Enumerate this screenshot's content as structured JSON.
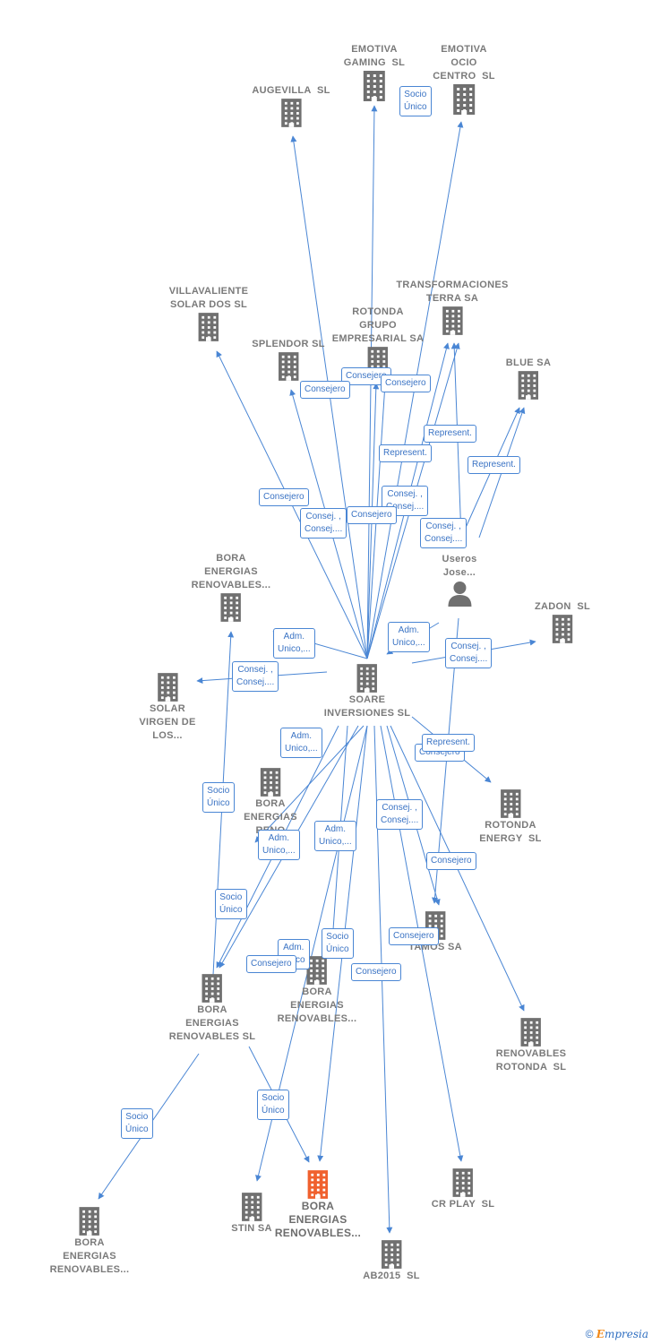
{
  "colors": {
    "edge": "#4a86d4",
    "node_icon": "#707070",
    "node_focus": "#f0612e",
    "person_icon": "#707070"
  },
  "nodes": [
    {
      "id": "emotiva_gaming",
      "label": "EMOTIVA\nGAMING  SL",
      "icon": "building-icon"
    },
    {
      "id": "emotiva_ocio",
      "label": "EMOTIVA\nOCIO\nCENTRO  SL",
      "icon": "building-icon"
    },
    {
      "id": "augevilla",
      "label": "AUGEVILLA  SL",
      "icon": "building-icon"
    },
    {
      "id": "villavaliente",
      "label": "VILLAVALIENTE\nSOLAR DOS SL",
      "icon": "building-icon"
    },
    {
      "id": "transformaciones",
      "label": "TRANSFORMACIONES\nTERRA SA",
      "icon": "building-icon"
    },
    {
      "id": "rotonda_grupo",
      "label": "ROTONDA\nGRUPO\nEMPRESARIAL SA",
      "icon": "building-icon"
    },
    {
      "id": "splendor",
      "label": "SPLENDOR SL",
      "icon": "building-icon"
    },
    {
      "id": "blue",
      "label": "BLUE SA",
      "icon": "building-icon"
    },
    {
      "id": "useros",
      "label": "s\nUseros\nJose...",
      "icon": "person-icon"
    },
    {
      "id": "bora_top",
      "label": "BORA\nENERGIAS\nRENOVABLES...",
      "icon": "building-icon"
    },
    {
      "id": "zadon",
      "label": "ZADON  SL",
      "icon": "building-icon"
    },
    {
      "id": "soare",
      "label": "SOARE\nINVERSIONES SL",
      "icon": "building-icon"
    },
    {
      "id": "solar_virgen",
      "label": "SOLAR\nVIRGEN DE\nLOS...",
      "icon": "building-icon"
    },
    {
      "id": "bora_mid",
      "label": "BORA\nENERGIAS\nRENO",
      "icon": "building-icon"
    },
    {
      "id": "rotonda_energy",
      "label": "ROTONDA\nENERGY  SL",
      "icon": "building-icon"
    },
    {
      "id": "tamos",
      "label": "TAMOS SA",
      "icon": "building-icon"
    },
    {
      "id": "bora_center",
      "label": "BORA\nENERGIAS\nRENOVABLES...",
      "icon": "building-icon"
    },
    {
      "id": "bora_sl",
      "label": "BORA\nENERGIAS\nRENOVABLES SL",
      "icon": "building-icon"
    },
    {
      "id": "renovables_rotonda",
      "label": "RENOVABLES\nROTONDA  SL",
      "icon": "building-icon"
    },
    {
      "id": "bora_bottom_left",
      "label": "BORA\nENERGIAS\nRENOVABLES...",
      "icon": "building-icon"
    },
    {
      "id": "stin",
      "label": "STIN SA",
      "icon": "building-icon"
    },
    {
      "id": "bora_focus",
      "label": "BORA\nENERGIAS\nRENOVABLES...",
      "icon": "building-icon",
      "focus": true
    },
    {
      "id": "cr_play",
      "label": "CR PLAY  SL",
      "icon": "building-icon"
    },
    {
      "id": "ab2015",
      "label": "AB2015  SL",
      "icon": "building-icon"
    }
  ],
  "edge_labels": [
    {
      "text": "Socio\nÚnico"
    },
    {
      "text": "Consejero"
    },
    {
      "text": "Consejero"
    },
    {
      "text": "Consejero"
    },
    {
      "text": "Represent."
    },
    {
      "text": "Represent."
    },
    {
      "text": "Represent."
    },
    {
      "text": "Consejero"
    },
    {
      "text": "Consej. ,\nConsej...."
    },
    {
      "text": "Consej. ,\nConsej...."
    },
    {
      "text": "Consejero"
    },
    {
      "text": "Consej. ,\nConsej...."
    },
    {
      "text": "Adm.\nUnico,..."
    },
    {
      "text": "Adm.\nUnico,..."
    },
    {
      "text": "Consej. ,\nConsej...."
    },
    {
      "text": "Consej. ,\nConsej...."
    },
    {
      "text": "Adm.\nUnico,..."
    },
    {
      "text": "Consejero"
    },
    {
      "text": "Represent."
    },
    {
      "text": "Socio\nÚnico"
    },
    {
      "text": "Consej. ,\nConsej...."
    },
    {
      "text": "Adm.\nUnico,..."
    },
    {
      "text": "Adm.\nUnico,..."
    },
    {
      "text": "Consejero"
    },
    {
      "text": "Socio\nÚnico"
    },
    {
      "text": "Consejero"
    },
    {
      "text": "Adm.\nUnico"
    },
    {
      "text": "Socio\nÚnico"
    },
    {
      "text": "Consejero"
    },
    {
      "text": "Consejero"
    },
    {
      "text": "Socio\nÚnico"
    },
    {
      "text": "Socio\nÚnico"
    }
  ],
  "footer": {
    "copyright": "©",
    "brand_first": "E",
    "brand_rest": "mpresia"
  }
}
